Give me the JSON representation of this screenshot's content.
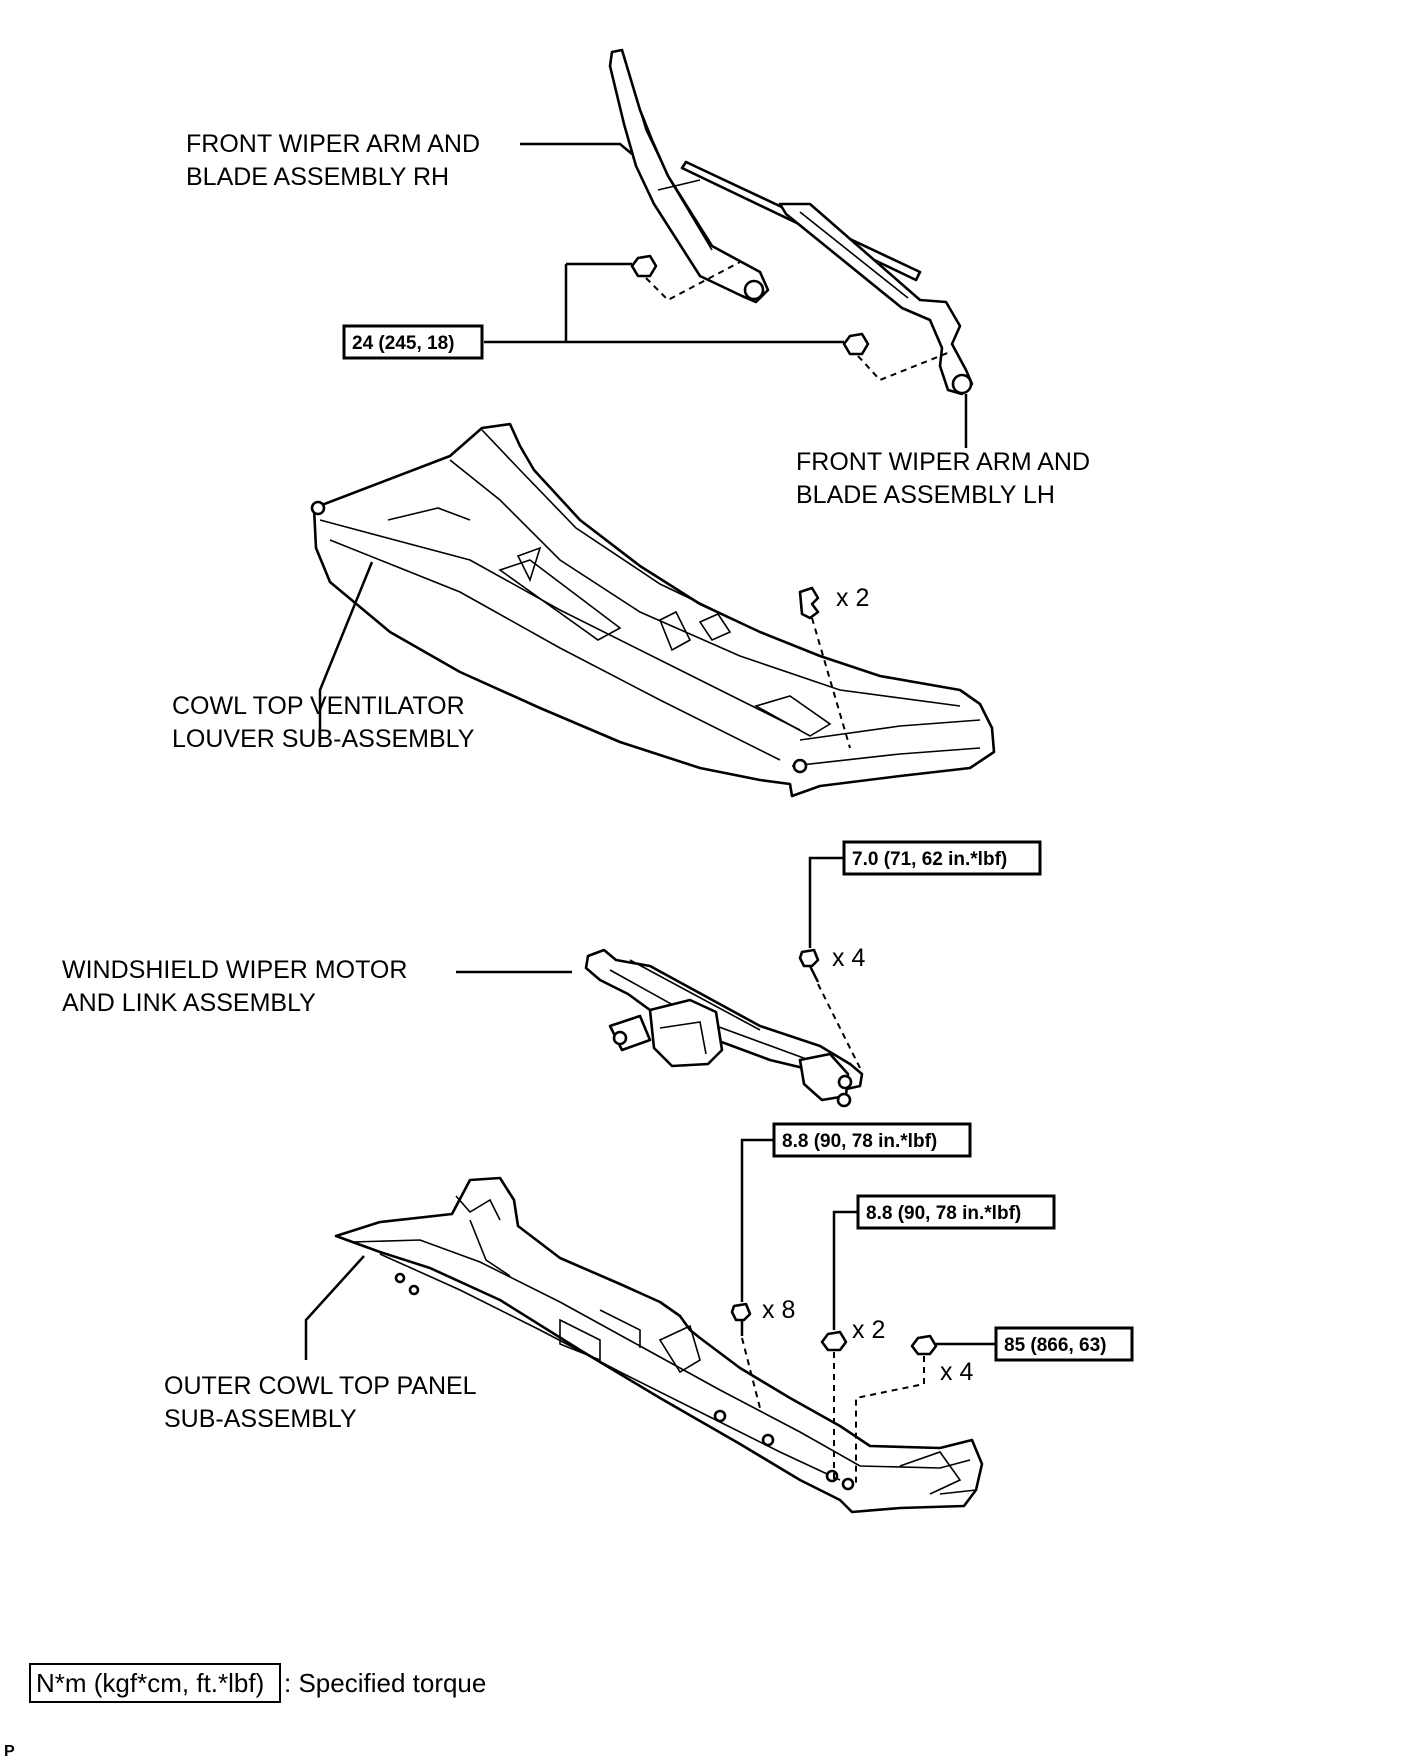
{
  "labels": {
    "arm_rh_1": "FRONT WIPER ARM AND",
    "arm_rh_2": "BLADE ASSEMBLY RH",
    "arm_lh_1": "FRONT WIPER ARM AND",
    "arm_lh_2": "BLADE ASSEMBLY LH",
    "louver_1": "COWL TOP VENTILATOR",
    "louver_2": "LOUVER SUB-ASSEMBLY",
    "motor_1": "WINDSHIELD WIPER MOTOR",
    "motor_2": "AND LINK ASSEMBLY",
    "panel_1": "OUTER COWL TOP PANEL",
    "panel_2": "SUB-ASSEMBLY"
  },
  "torques": {
    "wiper_nut": "24 (245, 18)",
    "motor_bolt": "7.0 (71, 62 in.*lbf)",
    "panel_bolt": "8.8 (90, 78 in.*lbf)",
    "panel_nut": "8.8 (90, 78 in.*lbf)",
    "panel_nut_large": "85 (866, 63)"
  },
  "quantities": {
    "clip": "x 2",
    "motor_bolt": "x 4",
    "panel_bolt": "x 8",
    "panel_nut": "x 2",
    "panel_nut_large": "x 4"
  },
  "legend": {
    "unit": "N*m (kgf*cm, ft.*lbf)",
    "desc": ": Specified torque"
  },
  "corner_mark": "P"
}
